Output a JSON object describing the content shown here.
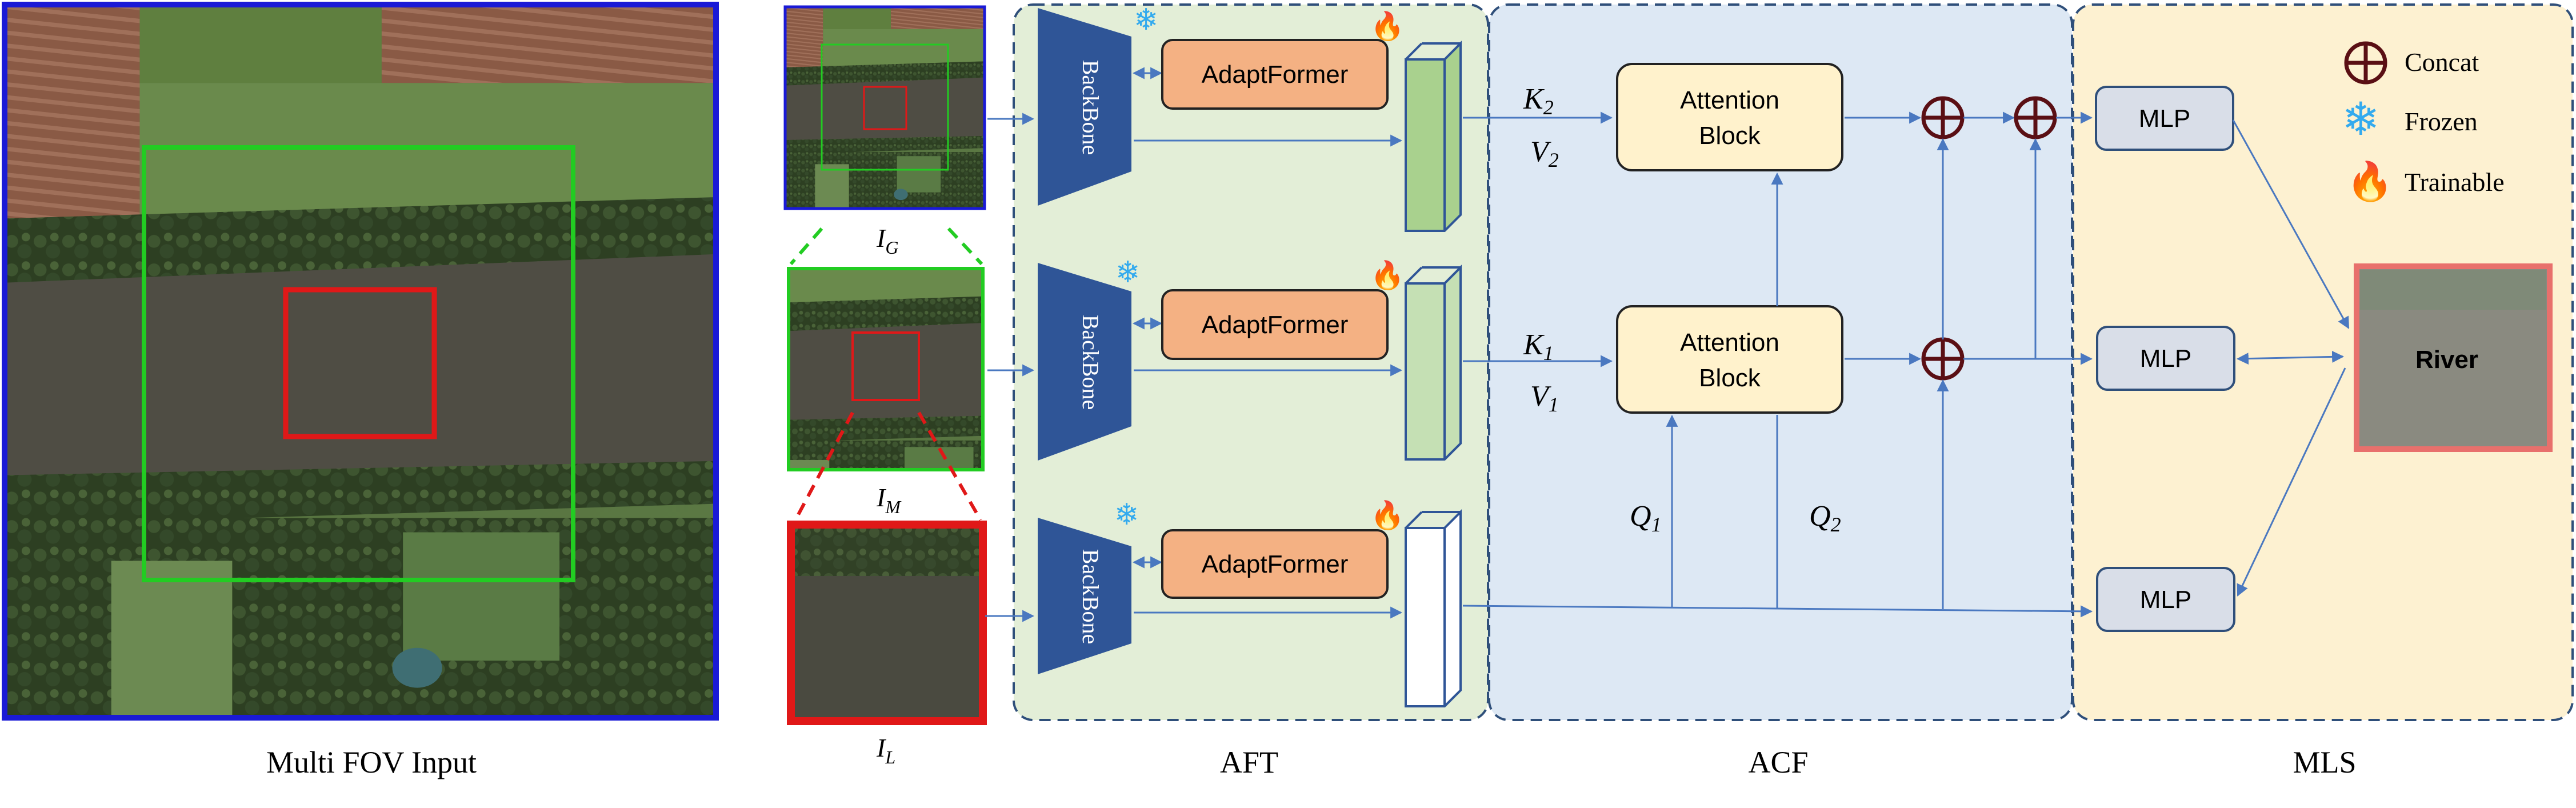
{
  "input": {
    "caption": "Multi FOV Input"
  },
  "crops": {
    "global_label": "I",
    "global_sub": "G",
    "medium_label": "I",
    "medium_sub": "M",
    "local_label": "I",
    "local_sub": "L"
  },
  "panels": {
    "aft": "AFT",
    "acf": "ACF",
    "mls": "MLS"
  },
  "branches": {
    "backbone": "BackBone",
    "adapter": "AdaptFormer"
  },
  "attention": {
    "block_line1": "Attention",
    "block_line2": "Block",
    "k2": "K",
    "k2_sub": "2",
    "v2": "V",
    "v2_sub": "2",
    "k1": "K",
    "k1_sub": "1",
    "v1": "V",
    "v1_sub": "1",
    "q1": "Q",
    "q1_sub": "1",
    "q2": "Q",
    "q2_sub": "2"
  },
  "mls": {
    "mlp": "MLP",
    "output": "River"
  },
  "legend": {
    "concat": "Concat",
    "frozen": "Frozen",
    "trainable": "Trainable"
  },
  "colors": {
    "global_frame": "#1a1ad6",
    "medium_frame": "#22cc22",
    "local_frame": "#e01818",
    "aft_bg": "#e3eed7",
    "acf_bg": "#dde8f4",
    "mls_bg": "#fdf1d1",
    "panel_border": "#2f4f7a",
    "backbone": "#2f5597",
    "adapter": "#f4b183",
    "attention": "#fff2cc",
    "mlp": "#d9dee8",
    "arrow": "#4a78c0",
    "concat": "#5a0f14"
  },
  "icons": {
    "frozen": "snowflake-icon",
    "trainable": "flame-icon",
    "concat": "circle-plus-icon"
  }
}
